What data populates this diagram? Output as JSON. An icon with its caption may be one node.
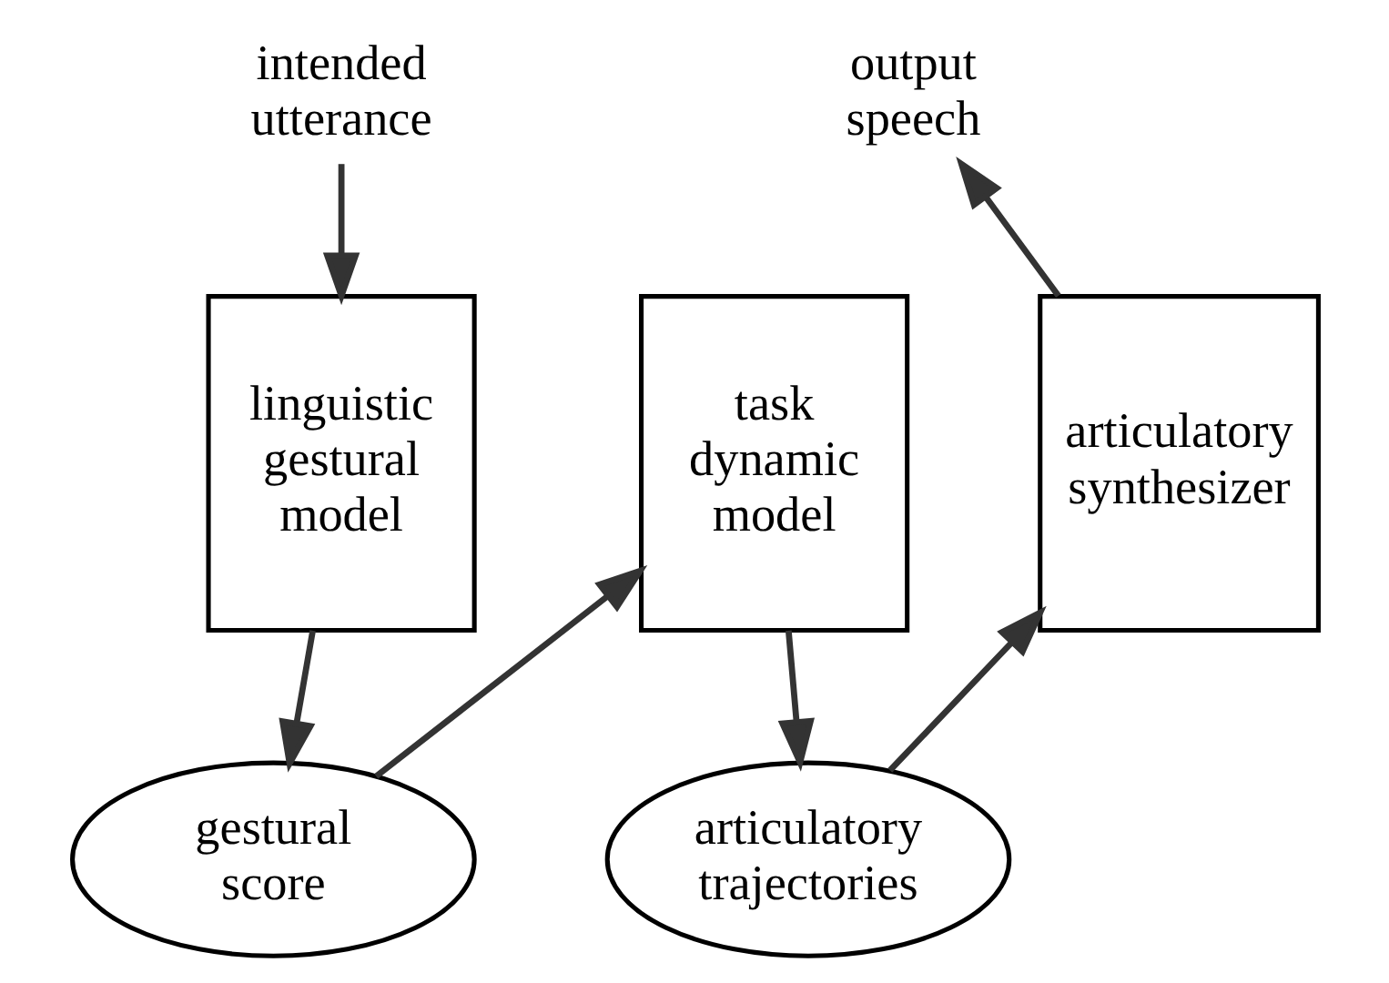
{
  "diagram": {
    "nodes": [
      {
        "text": [
          "intended utterance"
        ]
      },
      {
        "text": [
          "linguistic gestural model"
        ]
      },
      {
        "text": [
          "gestural score"
        ]
      },
      {
        "text": [
          "task dynamic model"
        ]
      },
      {
        "text": [
          "articulatory trajectories"
        ]
      },
      {
        "text": [
          "articulatory synthesizer"
        ]
      },
      {
        "text": [
          "output speech"
        ]
      }
    ],
    "edges": [
      {
        "from": 0,
        "to": 1,
        "arrow": "to"
      },
      {
        "from": 1,
        "to": 2,
        "arrow": "to"
      },
      {
        "from": 2,
        "to": 3,
        "arrow": "to"
      },
      {
        "from": 3,
        "to": 4,
        "arrow": "to"
      },
      {
        "from": 4,
        "to": 5,
        "arrow": "to"
      },
      {
        "from": 5,
        "to": 6,
        "arrow": "to"
      }
    ]
  }
}
